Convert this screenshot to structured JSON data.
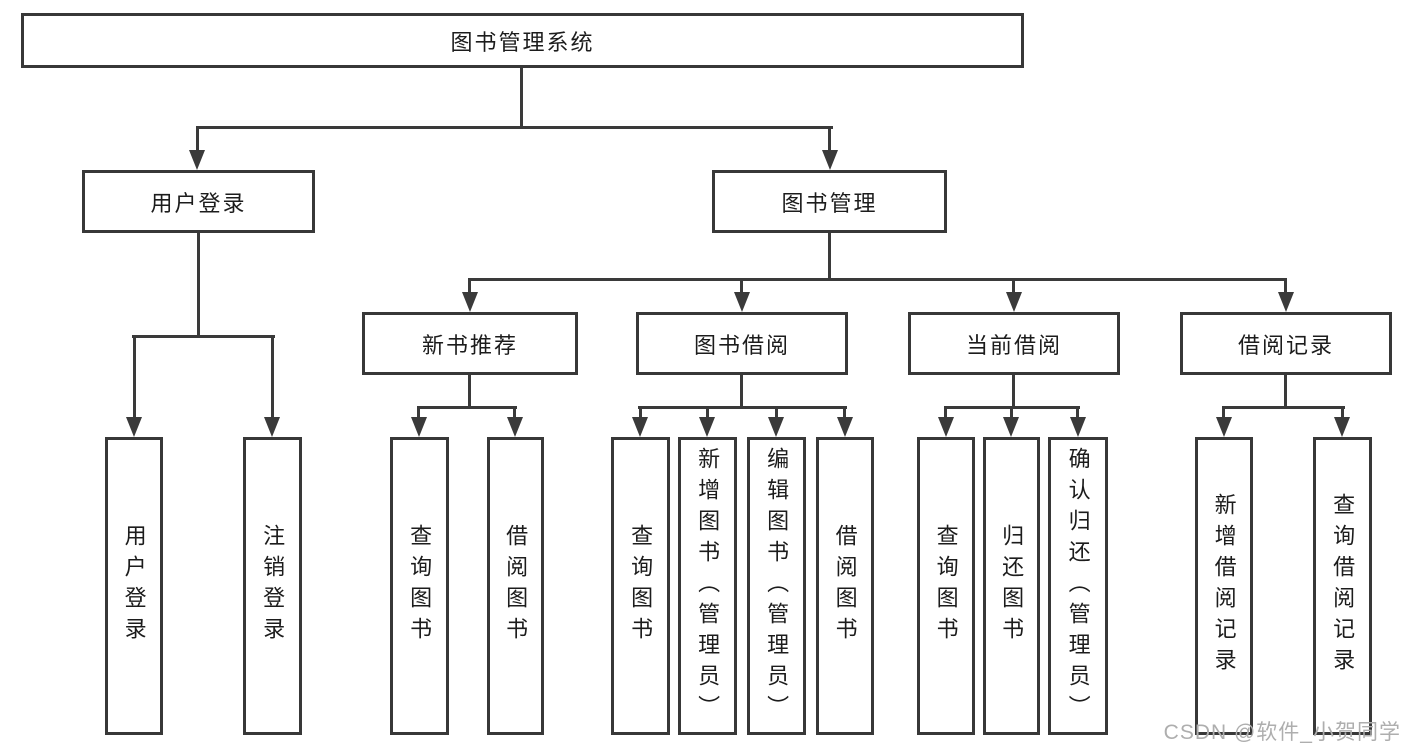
{
  "diagram": {
    "type": "tree",
    "root": {
      "label": "图书管理系统"
    },
    "level2": [
      {
        "id": "user-login",
        "label": "用户登录"
      },
      {
        "id": "book-management",
        "label": "图书管理"
      }
    ],
    "level3": [
      {
        "id": "new-book-recommend",
        "label": "新书推荐",
        "parent": "图书管理"
      },
      {
        "id": "book-borrow",
        "label": "图书借阅",
        "parent": "图书管理"
      },
      {
        "id": "current-borrow",
        "label": "当前借阅",
        "parent": "图书管理"
      },
      {
        "id": "borrow-record",
        "label": "借阅记录",
        "parent": "图书管理"
      }
    ],
    "leaves": {
      "user_login": [
        "用户登录",
        "注销登录"
      ],
      "new_book_recommend": [
        "查询图书",
        "借阅图书"
      ],
      "book_borrow": [
        "查询图书",
        "新增图书（管理员）",
        "编辑图书（管理员）",
        "借阅图书"
      ],
      "current_borrow": [
        "查询图书",
        "归还图书",
        "确认归还（管理员）"
      ],
      "borrow_record": [
        "新增借阅记录",
        "查询借阅记录"
      ]
    },
    "colors": {
      "line": "#3a3a3a",
      "box_border": "#383838",
      "box_background": "#ffffff",
      "text": "#1c1c1c",
      "watermark": "#aeaeae"
    },
    "watermark": "CSDN @软件_小贺同学"
  }
}
